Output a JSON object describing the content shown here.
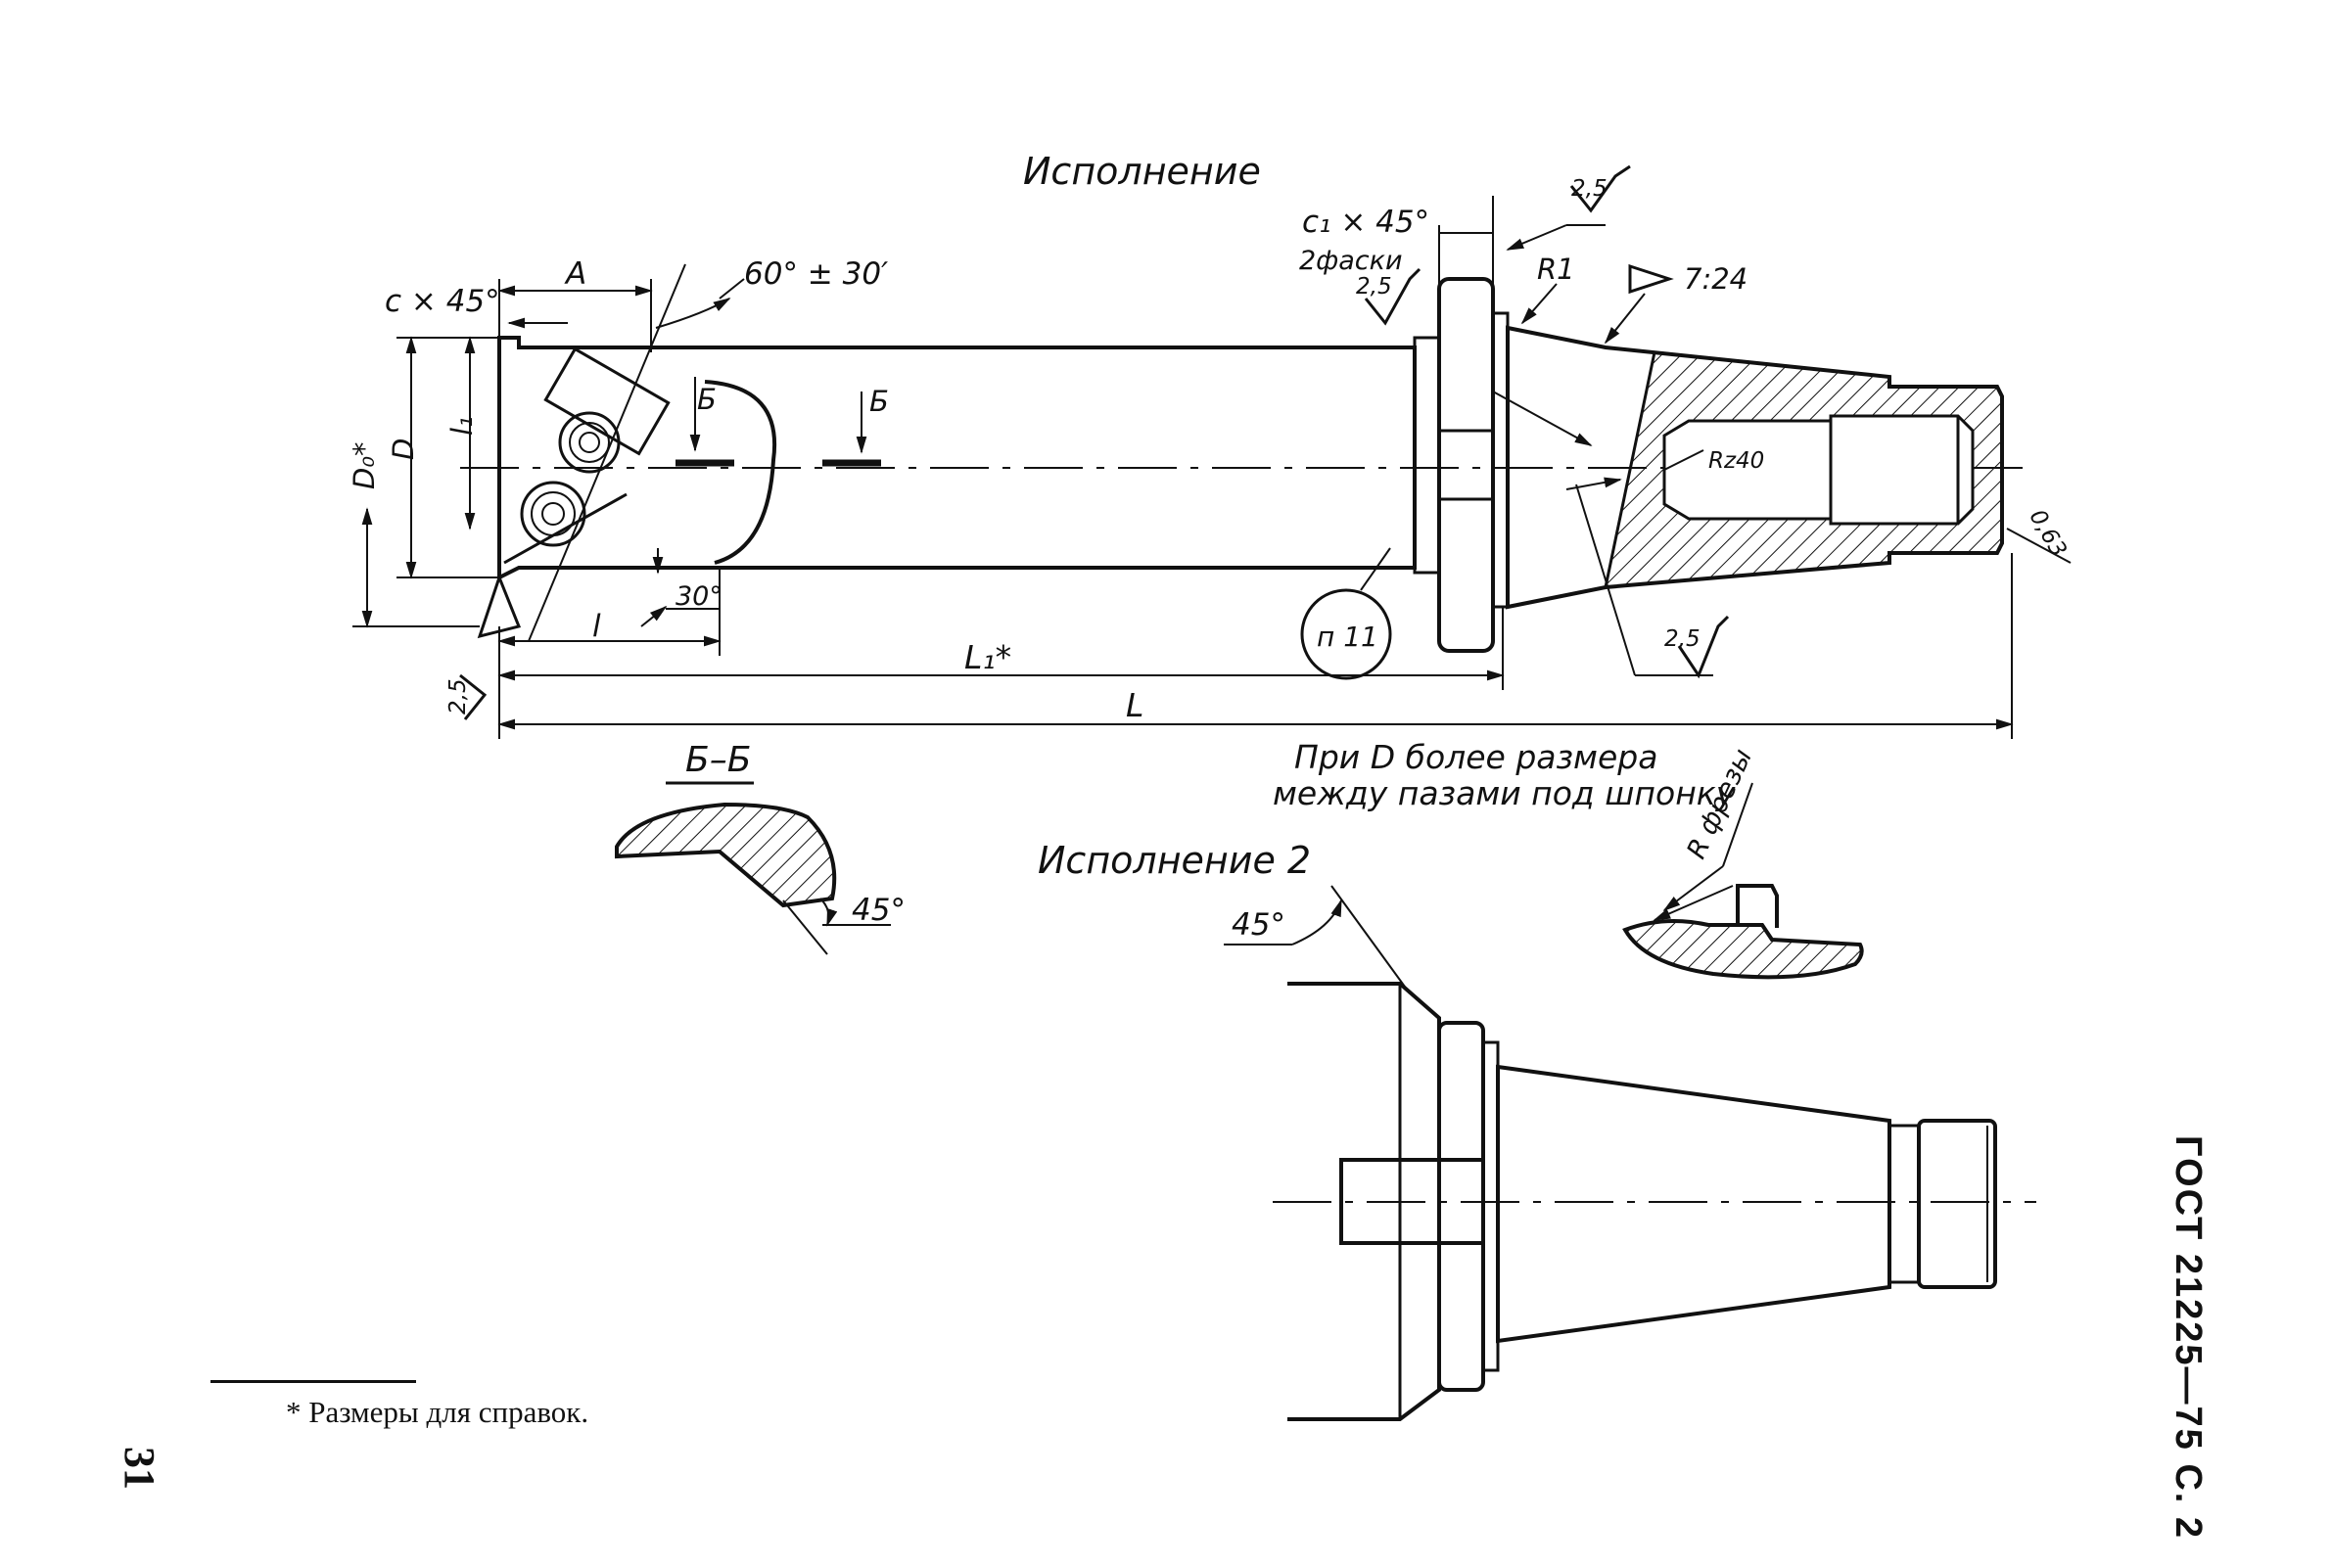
{
  "headings": {
    "variant1": "Исполнение",
    "variant2": "Исполнение 2",
    "section": "Б–Б"
  },
  "dims": {
    "chamfer_c": "c × 45°",
    "a": "A",
    "angle60": "60° ± 30′",
    "c1": "c₁ × 45°",
    "two_chamfers": "2фаски",
    "r1": "R1",
    "taper": "7:24",
    "rough_2_5": "2,5",
    "rz40": "Rz40",
    "r063": "0,63",
    "b": "Б",
    "l1": "l₁",
    "d": "D",
    "d0": "D₀*",
    "l": "l",
    "angle30": "30°",
    "l1_total": "L₁*",
    "big_l": "L",
    "n11": "п 11",
    "angle45": "45°",
    "r_mill": "R фрезы"
  },
  "notes": {
    "key_line1": "При D более размера",
    "key_line2": "между пазами под шпонку",
    "footnote": "* Размеры для справок."
  },
  "page": {
    "number": "31",
    "header": "ГОСТ 21225—75 С. 2"
  }
}
